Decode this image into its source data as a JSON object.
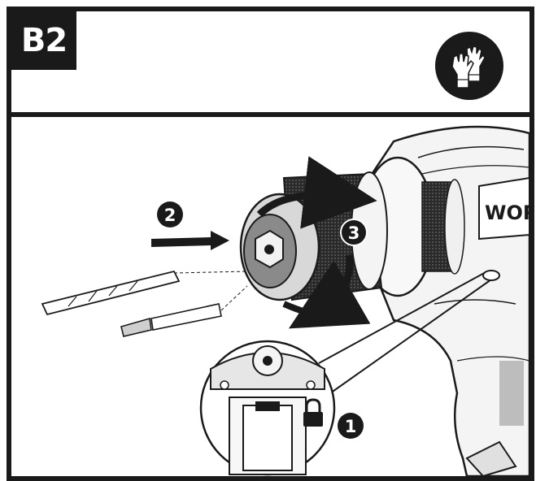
{
  "step": {
    "label": "B2"
  },
  "badges": {
    "lock": "1",
    "insert": "2",
    "rotate": "3"
  },
  "drill": {
    "brand": "WOR"
  },
  "icons": {
    "safety": "gloves-icon",
    "lock": "padlock-icon"
  },
  "colors": {
    "ink": "#1a1a1a",
    "paper": "#ffffff"
  }
}
